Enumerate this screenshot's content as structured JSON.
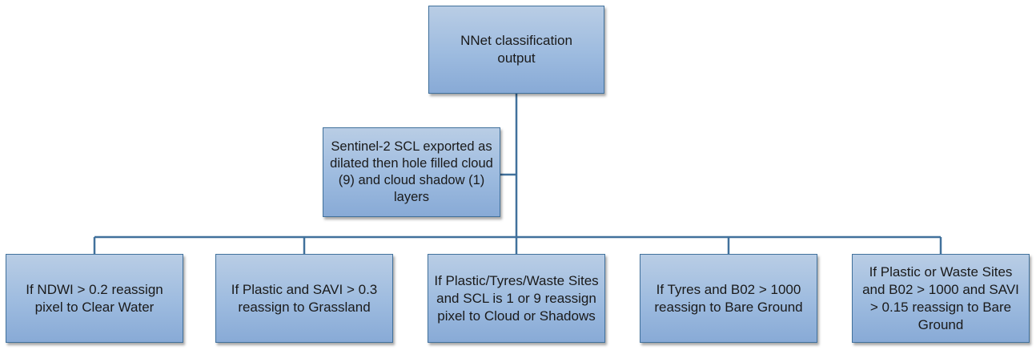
{
  "root": {
    "text": "NNet classification output"
  },
  "side_input": {
    "text": "Sentinel-2 SCL exported as dilated then hole filled cloud (9) and cloud shadow (1) layers"
  },
  "rules": [
    {
      "text": "If NDWI > 0.2 reassign pixel to Clear Water"
    },
    {
      "text": "If Plastic and SAVI > 0.3 reassign to Grassland"
    },
    {
      "text": "If Plastic/Tyres/Waste Sites and SCL is 1 or 9 reassign pixel to Cloud or Shadows"
    },
    {
      "text": "If Tyres and B02 > 1000 reassign to Bare Ground"
    },
    {
      "text": "If Plastic or Waste Sites and B02 > 1000 and SAVI > 0.15 reassign to Bare Ground"
    }
  ],
  "colors": {
    "box_fill": "#9dbbdf",
    "box_border": "#41719c",
    "connector": "#41719c"
  }
}
